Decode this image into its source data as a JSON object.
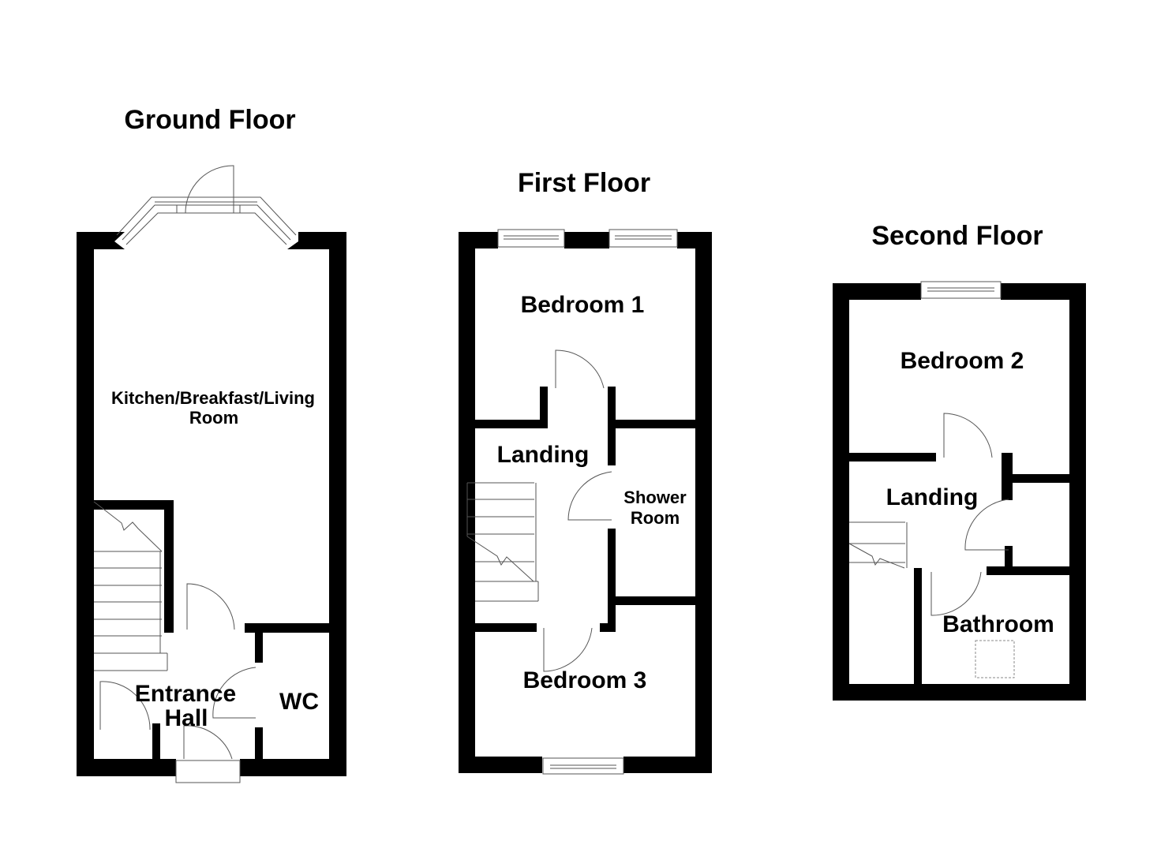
{
  "floors": {
    "ground": {
      "title": "Ground Floor",
      "rooms": {
        "kitchen_line1": "Kitchen/Breakfast/Living",
        "kitchen_line2": "Room",
        "entrance_line1": "Entrance",
        "entrance_line2": "Hall",
        "wc": "WC"
      }
    },
    "first": {
      "title": "First Floor",
      "rooms": {
        "bedroom1": "Bedroom 1",
        "landing": "Landing",
        "shower_line1": "Shower",
        "shower_line2": "Room",
        "bedroom3": "Bedroom 3"
      }
    },
    "second": {
      "title": "Second Floor",
      "rooms": {
        "bedroom2": "Bedroom 2",
        "landing": "Landing",
        "bathroom": "Bathroom"
      }
    }
  },
  "colors": {
    "wall": "#000000",
    "line": "#555555",
    "background": "#ffffff"
  }
}
